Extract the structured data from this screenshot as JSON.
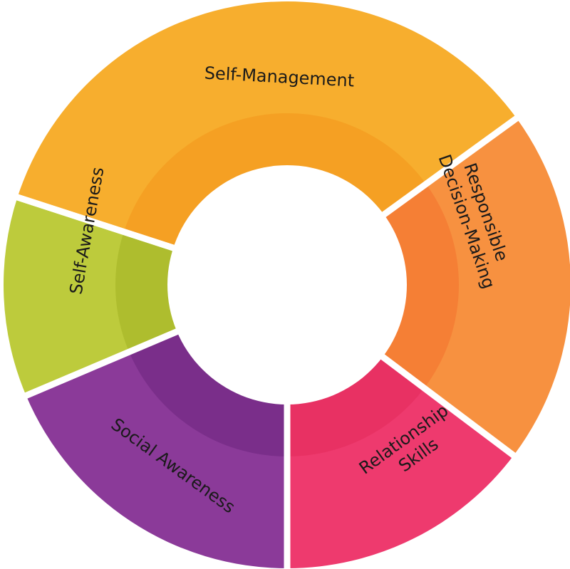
{
  "diagram": {
    "segments": [
      {
        "id": "self-management",
        "lines": [
          "Self-Management"
        ],
        "outer_color": "#F7AE2E",
        "inner_color": "#F5A023"
      },
      {
        "id": "responsible-decision-making",
        "lines": [
          "Responsible",
          "Decision-Making"
        ],
        "outer_color": "#F79140",
        "inner_color": "#F57F35"
      },
      {
        "id": "relationship-skills",
        "lines": [
          "Relationship",
          "Skills"
        ],
        "outer_color": "#EE3A6E",
        "inner_color": "#E83163"
      },
      {
        "id": "social-awareness",
        "lines": [
          "Social Awareness"
        ],
        "outer_color": "#8B3A99",
        "inner_color": "#7A2E8A"
      },
      {
        "id": "self-awareness",
        "lines": [
          "Self-Awareness"
        ],
        "outer_color": "#BDCB3C",
        "inner_color": "#AEBD2E"
      }
    ]
  }
}
